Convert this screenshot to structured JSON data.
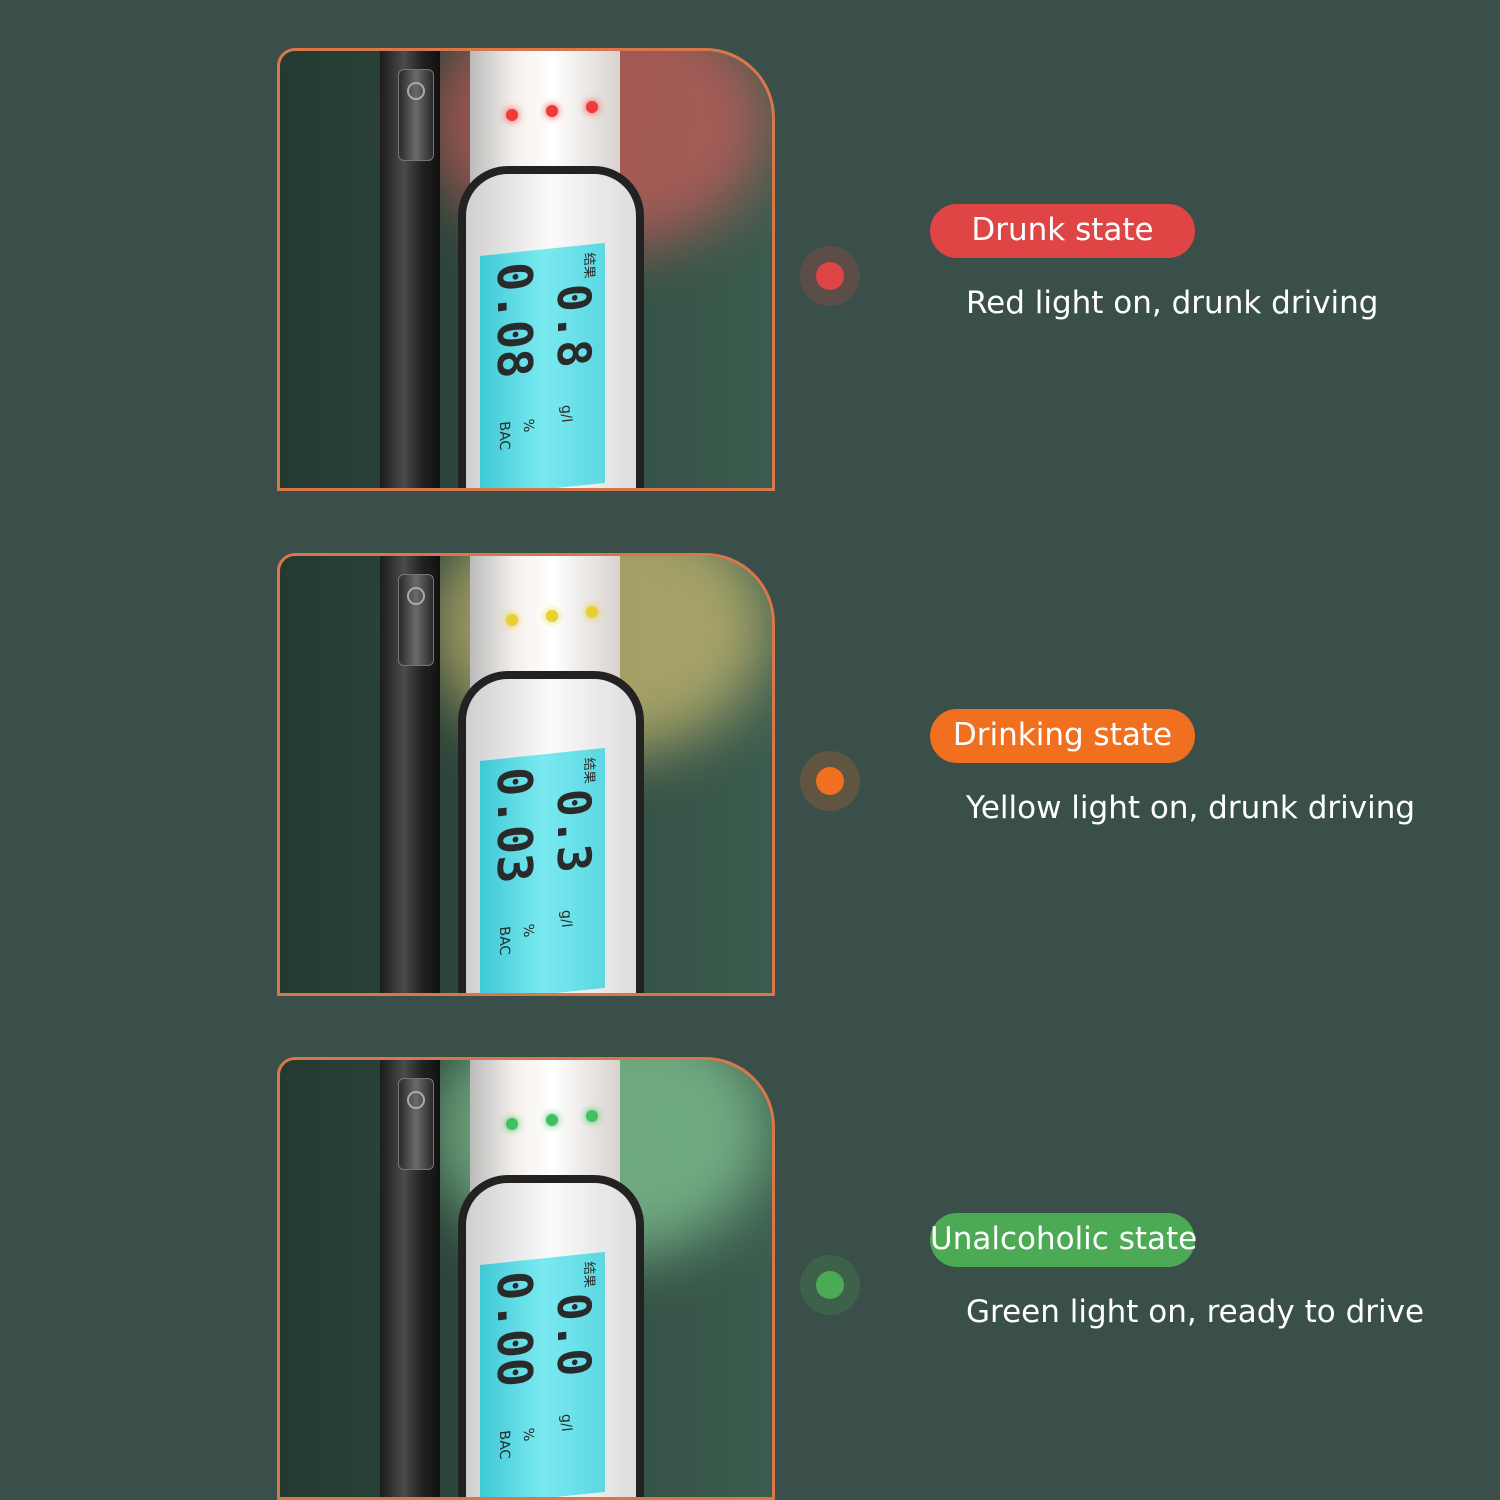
{
  "states": [
    {
      "badge": "Drunk state",
      "description": "Red light on, drunk driving",
      "color": "#e04545",
      "led_color": "#f03a3a",
      "glow": "#ff6060",
      "lcd": {
        "label": "结果",
        "reading": "0.8",
        "unit1": "g/l",
        "reading2": "0.08",
        "unit2": "%",
        "unit3": "BAC"
      }
    },
    {
      "badge": "Drinking state",
      "description": "Yellow light on, drunk driving",
      "color": "#f07020",
      "led_color": "#e8d030",
      "glow": "#ffe080",
      "lcd": {
        "label": "结果",
        "reading": "0.3",
        "unit1": "g/l",
        "reading2": "0.03",
        "unit2": "%",
        "unit3": "BAC"
      }
    },
    {
      "badge": "Unalcoholic state",
      "description": "Green light on, ready to drive",
      "color": "#4caa55",
      "led_color": "#40c060",
      "glow": "#a0f0b0",
      "lcd": {
        "label": "结果",
        "reading": "0.0",
        "unit1": "g/l",
        "reading2": "0.00",
        "unit2": "%",
        "unit3": "BAC"
      }
    }
  ]
}
